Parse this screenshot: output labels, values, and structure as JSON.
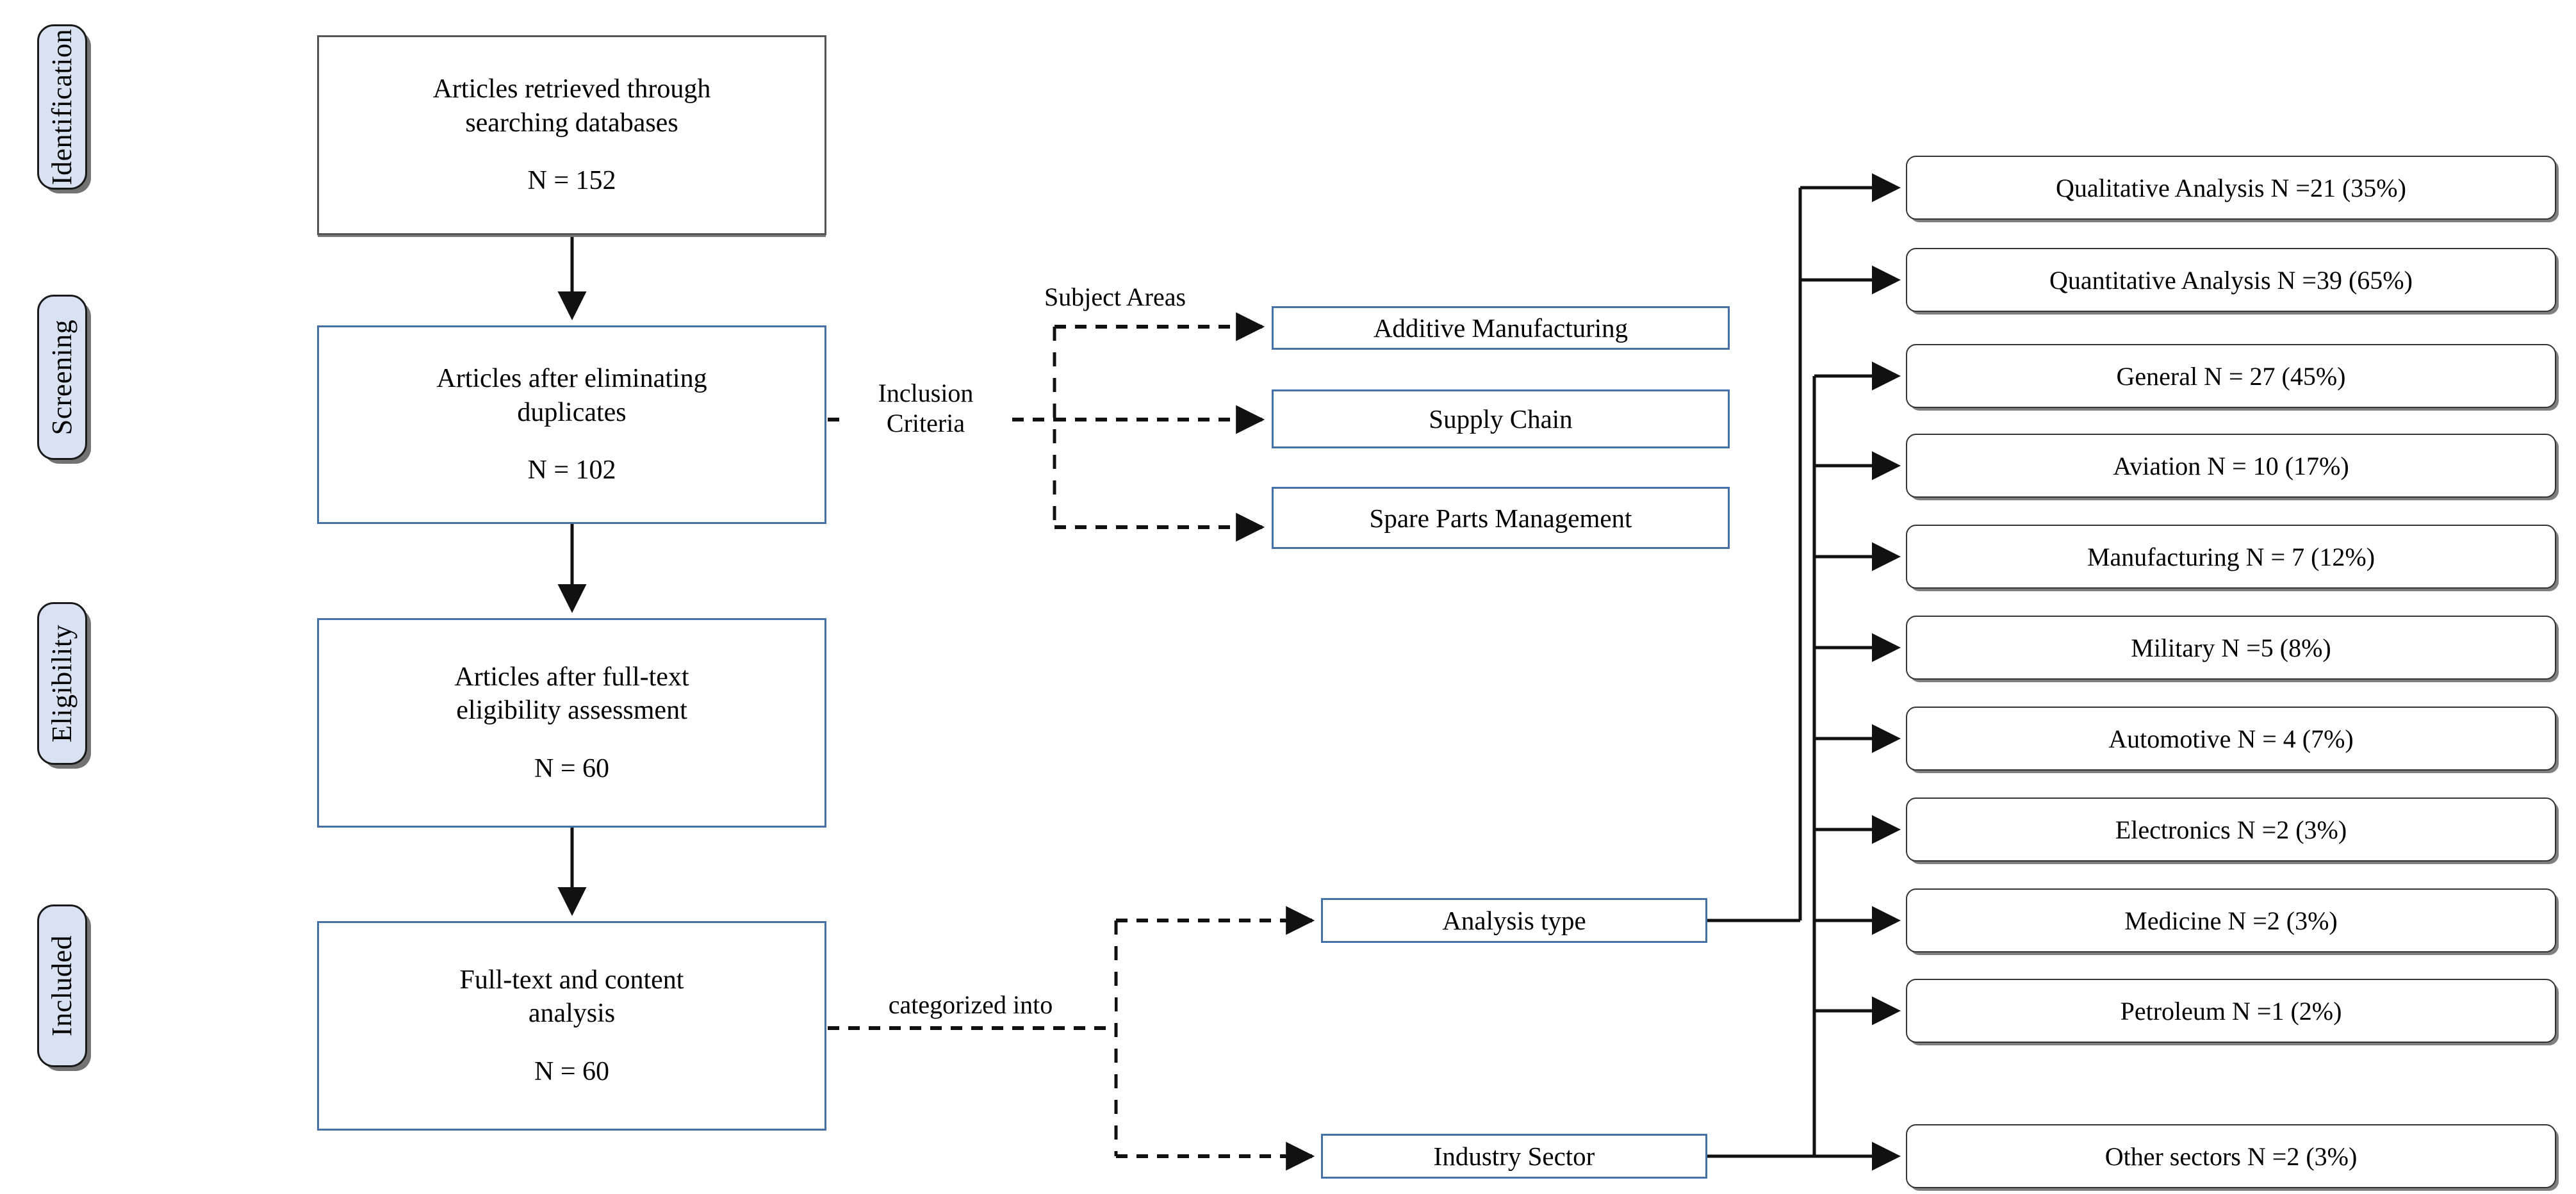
{
  "stages": [
    {
      "label": "Identification"
    },
    {
      "label": "Screening"
    },
    {
      "label": "Eligibility"
    },
    {
      "label": "Included"
    }
  ],
  "flow_boxes": [
    {
      "line1": "Articles retrieved through",
      "line2": "searching databases",
      "n": "N = 152"
    },
    {
      "line1": "Articles after eliminating",
      "line2": "duplicates",
      "n": "N = 102"
    },
    {
      "line1": "Articles after full-text",
      "line2": "eligibility assessment",
      "n": "N = 60"
    },
    {
      "line1": "Full-text and content",
      "line2": "analysis",
      "n": "N = 60"
    }
  ],
  "connector_labels": {
    "inclusion_criteria": "Inclusion\nCriteria",
    "subject_areas": "Subject Areas",
    "categorized_into": "categorized into"
  },
  "subject_areas": [
    {
      "label": "Additive Manufacturing"
    },
    {
      "label": "Supply Chain"
    },
    {
      "label": "Spare Parts Management"
    }
  ],
  "category_boxes": [
    {
      "label": "Analysis type"
    },
    {
      "label": "Industry Sector"
    }
  ],
  "outcomes": [
    {
      "label": "Qualitative Analysis N =21 (35%)",
      "group": "Analysis type",
      "n": 21,
      "percent": 35
    },
    {
      "label": "Quantitative Analysis N =39 (65%)",
      "group": "Analysis type",
      "n": 39,
      "percent": 65
    },
    {
      "label": "General N = 27 (45%)",
      "group": "Industry Sector",
      "n": 27,
      "percent": 45
    },
    {
      "label": "Aviation N = 10 (17%)",
      "group": "Industry Sector",
      "n": 10,
      "percent": 17
    },
    {
      "label": "Manufacturing N = 7 (12%)",
      "group": "Industry Sector",
      "n": 7,
      "percent": 12
    },
    {
      "label": "Military N =5 (8%)",
      "group": "Industry Sector",
      "n": 5,
      "percent": 8
    },
    {
      "label": "Automotive N = 4 (7%)",
      "group": "Industry Sector",
      "n": 4,
      "percent": 7
    },
    {
      "label": "Electronics N =2 (3%)",
      "group": "Industry Sector",
      "n": 2,
      "percent": 3
    },
    {
      "label": "Medicine N =2 (3%)",
      "group": "Industry Sector",
      "n": 2,
      "percent": 3
    },
    {
      "label": "Petroleum N =1 (2%)",
      "group": "Industry Sector",
      "n": 1,
      "percent": 2
    },
    {
      "label": "Other sectors N =2 (3%)",
      "group": "Industry Sector",
      "n": 2,
      "percent": 3
    }
  ],
  "colors": {
    "stage_fill": "#d9e2f3",
    "box_border_blue": "#4472a8",
    "box_border_dark": "#333333",
    "line": "#1a1a1a",
    "background": "#ffffff"
  }
}
